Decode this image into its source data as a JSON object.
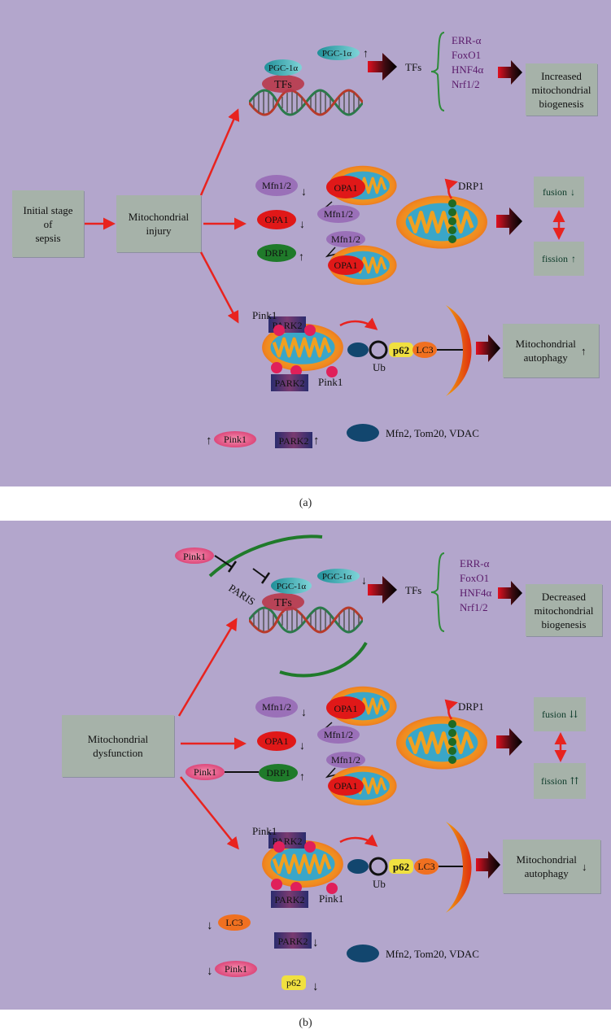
{
  "panel_a": {
    "caption": "(a)",
    "start_box": [
      "Initial stage",
      "of",
      "sepsis"
    ],
    "injury_box": [
      "Mitochondrial",
      "injury"
    ],
    "pgc_label": "PGC-1α",
    "pgc_up_label": "PGC-1α",
    "tfs_label": "TFs",
    "tfs_arrow_label": "TFs",
    "tf_list": [
      "ERR-α",
      "FoxO1",
      "HNF4α",
      "Nrf1/2"
    ],
    "biogenesis_box": [
      "Increased",
      "mitochondrial",
      "biogenesis"
    ],
    "mfn_label": "Mfn1/2",
    "opa_label": "OPA1",
    "drp_label": "DRP1",
    "opa_top": "OPA1",
    "mfn_mid": "Mfn1/2",
    "mfn_low": "Mfn1/2",
    "opa_low": "OPA1",
    "drp_right": "DRP1",
    "fusion_label": "fusion",
    "fission_label": "fission",
    "pink_top": "Pink1",
    "park_top": "PARK2",
    "park_bottom": "PARK2",
    "pink_bottom": "Pink1",
    "ub_label": "Ub",
    "p62_label": "p62",
    "lc3_label": "LC3",
    "autophagy_box": [
      "Mitochondrial",
      "autophagy"
    ],
    "legend_pink": "Pink1",
    "legend_park": "PARK2",
    "legend_text": "Mfn2, Tom20, VDAC"
  },
  "panel_b": {
    "caption": "(b)",
    "dysfunction_box": [
      "Mitochondrial",
      "dysfunction"
    ],
    "pink_inhib": "Pink1",
    "paris_label": "PARIS",
    "pgc_label": "PGC-1α",
    "pgc_down_label": "PGC-1α",
    "tfs_label": "TFs",
    "tfs_arrow_label": "TFs",
    "tf_list": [
      "ERR-α",
      "FoxO1",
      "HNF4α",
      "Nrf1/2"
    ],
    "biogenesis_box": [
      "Decreased",
      "mitochondrial",
      "biogenesis"
    ],
    "mfn_label": "Mfn1/2",
    "opa_label": "OPA1",
    "pink_drp": "Pink1",
    "drp_label": "DRP1",
    "opa_top": "OPA1",
    "mfn_mid": "Mfn1/2",
    "mfn_low": "Mfn1/2",
    "opa_low": "OPA1",
    "drp_right": "DRP1",
    "fusion_label": "fusion",
    "fission_label": "fission",
    "pink_top": "Pink1",
    "park_top": "PARK2",
    "park_bottom": "PARK2",
    "pink_bottom": "Pink1",
    "ub_label": "Ub",
    "p62_label": "p62",
    "lc3_label": "LC3",
    "autophagy_box": [
      "Mitochondrial",
      "autophagy"
    ],
    "legend_lc3": "LC3",
    "legend_park": "PARK2",
    "legend_text": "Mfn2, Tom20, VDAC",
    "legend_pink": "Pink1",
    "legend_p62": "p62"
  },
  "colors": {
    "background": "#b3a6cc",
    "box": "#a6b2a9",
    "arrow_red": "#e8231f",
    "tf_text": "#5a1a6a",
    "brace_green": "#2e8b3a",
    "pink": "#e0457a",
    "park_navy": "#2a2c6e",
    "pgc_teal": "#2ca8a8",
    "tfs_brown": "#a0562a",
    "mfn_purple": "#9a70b8",
    "opa_red": "#e01818",
    "drp_green": "#1f7a2a",
    "ub_blue": "#12466e",
    "p62_yellow": "#f0e040",
    "lc3_orange": "#f07020"
  }
}
